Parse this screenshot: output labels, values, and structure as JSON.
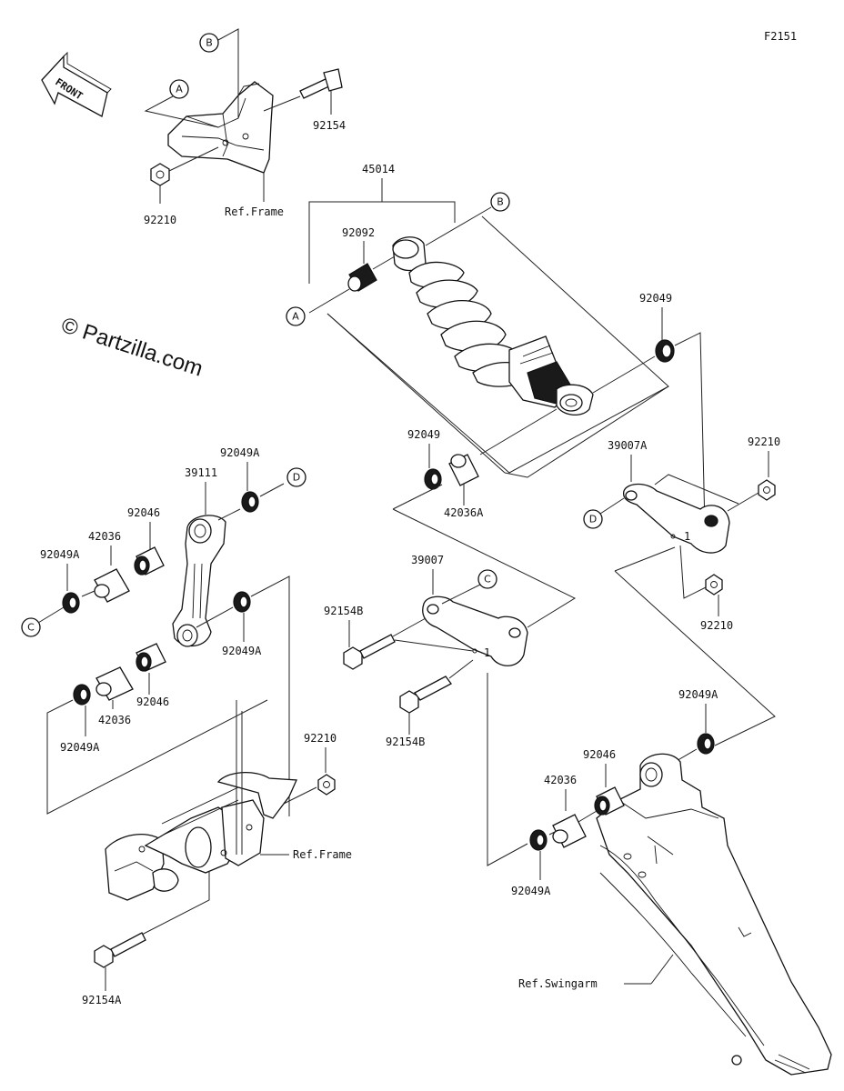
{
  "diagram_code": "F2151",
  "watermark": "© Partzilla.com",
  "front_arrow": "FRONT",
  "callouts": {
    "A": "A",
    "B": "B",
    "C": "C",
    "D": "D"
  },
  "parts": {
    "p45014": "45014",
    "p92092": "92092",
    "p92154": "92154",
    "p92210_top": "92210",
    "p92049_right": "92049",
    "p92049_mid": "92049",
    "p42036A": "42036A",
    "p39007A": "39007A",
    "p92210_r1": "92210",
    "p92210_r2": "92210",
    "p39111": "39111",
    "p92049A_top": "92049A",
    "p92046_top": "92046",
    "p42036_top": "42036",
    "p92049A_left": "92049A",
    "p92049A_link": "92049A",
    "p92046_bot": "92046",
    "p42036_bot": "42036",
    "p92049A_bot": "92049A",
    "p39007": "39007",
    "p92154B_1": "92154B",
    "p92154B_2": "92154B",
    "p92210_mid": "92210",
    "p92154A": "92154A",
    "p92049A_swing": "92049A",
    "p92046_swing": "92046",
    "p42036_swing": "42036",
    "p92049A_swing_bot": "92049A"
  },
  "refs": {
    "frame_top": "Ref.Frame",
    "frame_bottom": "Ref.Frame",
    "swingarm": "Ref.Swingarm"
  }
}
